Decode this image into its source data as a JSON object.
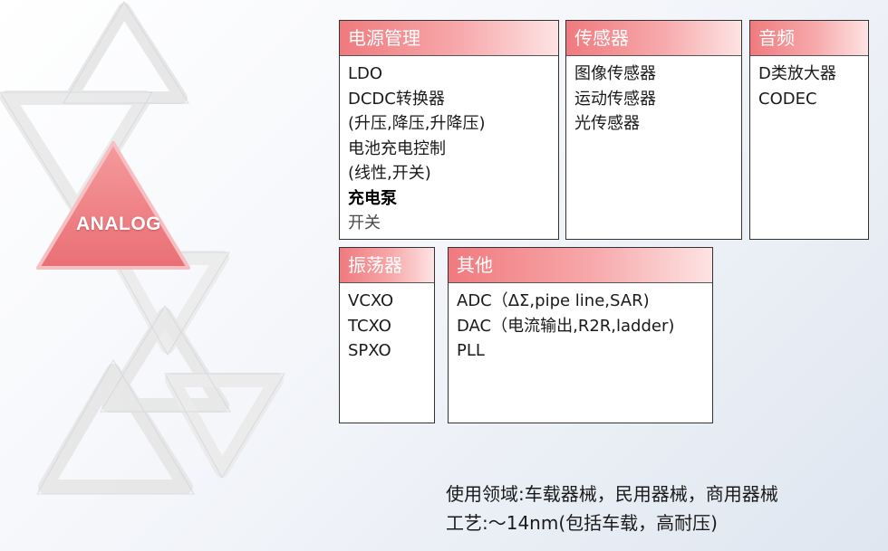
{
  "badge": {
    "label": "ANALOG"
  },
  "sections": [
    {
      "title": "电源管理",
      "items": [
        "LDO",
        "DCDC转换器",
        "(升压,降压,升降压)",
        "电池充电控制",
        "(线性,开关)",
        "充电泵",
        "开关"
      ]
    },
    {
      "title": "传感器",
      "items": [
        "图像传感器",
        "运动传感器",
        "光传感器"
      ]
    },
    {
      "title": "音频",
      "items": [
        "D类放大器",
        "CODEC"
      ]
    },
    {
      "title": "振荡器",
      "items": [
        "VCXO",
        "TCXO",
        "SPXO"
      ]
    },
    {
      "title": "其他",
      "items": [
        "ADC（ΔΣ,pipe line,SAR)",
        "DAC（电流输出,R2R,ladder)",
        "PLL"
      ]
    }
  ],
  "footer": {
    "line1": "使用领域:车载器械，民用器械，商用器械",
    "line2": "工艺:～14nm(包括车载，高耐压)"
  },
  "colors": {
    "header_start": "#f07a7e",
    "header_end": "#fde3e3",
    "accent_triangle": "#ec7f84"
  }
}
